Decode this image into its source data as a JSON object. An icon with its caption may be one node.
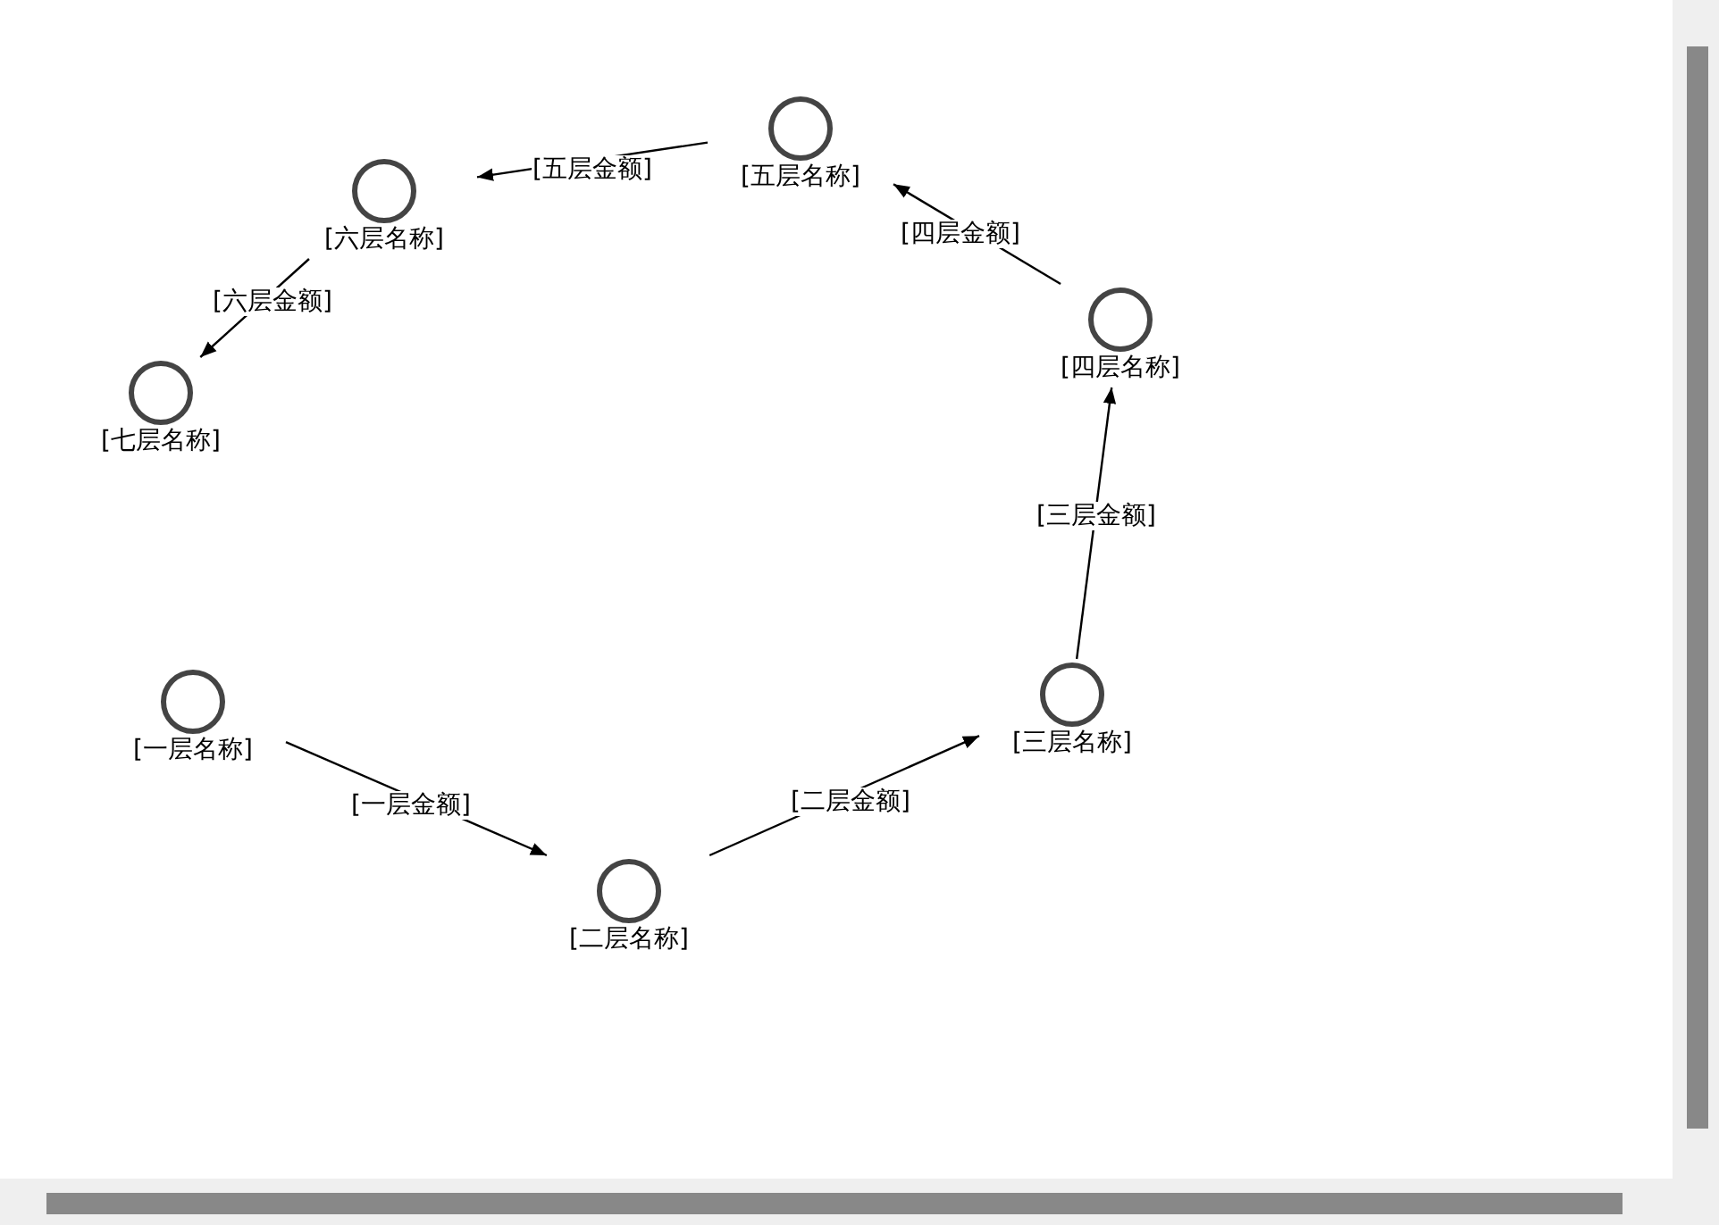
{
  "diagram": {
    "nodes": [
      {
        "text": [
          "[一层名称]"
        ]
      },
      {
        "text": [
          "[二层名称]"
        ]
      },
      {
        "text": [
          "[三层名称]"
        ]
      },
      {
        "text": [
          "[四层名称]"
        ]
      },
      {
        "text": [
          "[五层名称]"
        ]
      },
      {
        "text": [
          "[六层名称]"
        ]
      },
      {
        "text": [
          "[七层名称]"
        ]
      }
    ],
    "edges": [
      {
        "from": 0,
        "to": 1,
        "arrow": "to",
        "label": "[一层金额]"
      },
      {
        "from": 1,
        "to": 2,
        "arrow": "to",
        "label": "[二层金额]"
      },
      {
        "from": 2,
        "to": 3,
        "arrow": "to",
        "label": "[三层金额]"
      },
      {
        "from": 3,
        "to": 4,
        "arrow": "to",
        "label": "[四层金额]"
      },
      {
        "from": 4,
        "to": 5,
        "arrow": "to",
        "label": "[五层金额]"
      },
      {
        "from": 5,
        "to": 6,
        "arrow": "to",
        "label": "[六层金额]"
      }
    ]
  }
}
